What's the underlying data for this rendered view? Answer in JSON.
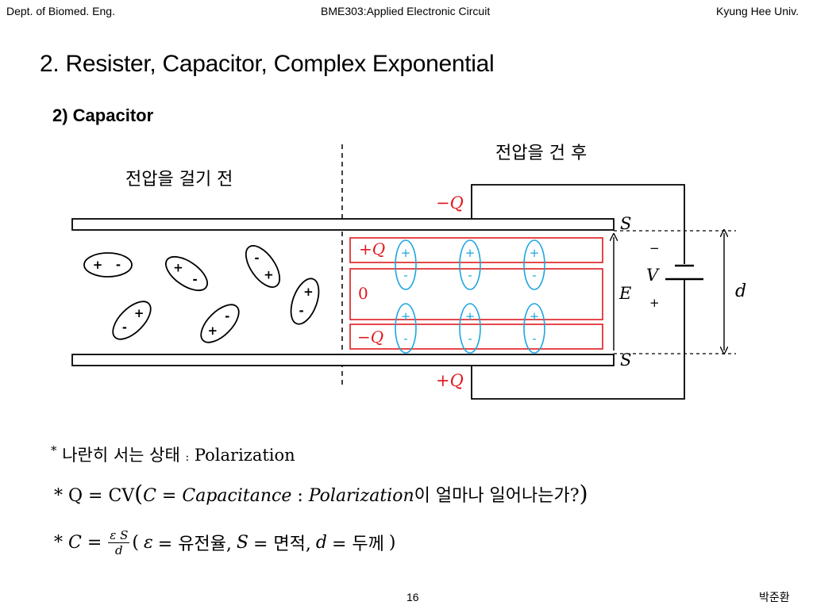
{
  "header": {
    "left": "Dept. of Biomed. Eng.",
    "center": "BME303:Applied Electronic Circuit",
    "right": "Kyung Hee Univ."
  },
  "title": "2. Resister, Capacitor, Complex Exponential",
  "subtitle": "2) Capacitor",
  "diagram": {
    "before_label": "전압을 걸기 전",
    "after_label": "전압을 건 후",
    "top_plate_charge": "−Q",
    "bottom_plate_charge": "+Q",
    "plate_label_top": "S",
    "plate_label_bottom": "S",
    "field_label": "E",
    "voltage_label": "V",
    "battery_minus": "−",
    "battery_plus": "+",
    "distance_label": "d",
    "layer_top_charge": "+Q",
    "layer_middle_charge": "0",
    "layer_bottom_charge": "−Q",
    "dipole_plus": "+",
    "dipole_minus": "-"
  },
  "notes": {
    "line1": {
      "star": "*",
      "text": "나란히 서는 상태",
      "sep": ":",
      "term": "Polarization"
    },
    "line2": {
      "lhs": "* Q = CV",
      "paren_open": "(",
      "c_def": "C = Capacitance",
      "sep": " : ",
      "pol": "Polarization",
      "question": "이 얼마나 일어나는가?",
      "paren_close": ")"
    },
    "line3": {
      "lhs": "* C =",
      "numerator": "ε S",
      "denominator": "d",
      "eps_sym": "ε",
      "eps_def": "= 유전율,",
      "s_sym": "S",
      "s_def": "= 면적,",
      "d_sym": "d",
      "d_def": "= 두께",
      "paren_open": "(",
      "paren_close": ")"
    }
  },
  "footer": {
    "page_number": "16",
    "author": "박준환"
  },
  "colors": {
    "charge_red": "#e0191e",
    "dipole_cyan": "#1ea6e0",
    "line": "#000000"
  }
}
